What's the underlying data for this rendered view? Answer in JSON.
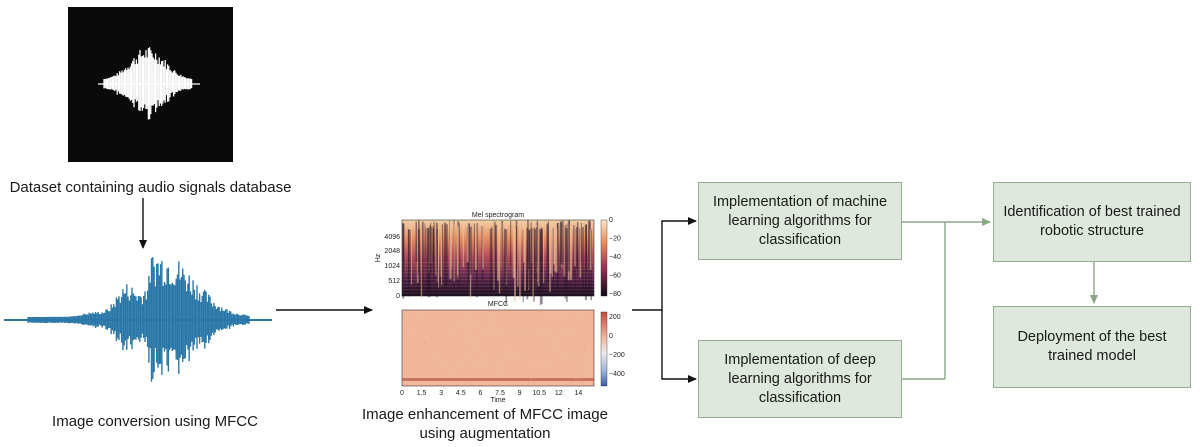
{
  "captions": {
    "dataset": "Dataset containing audio signals database",
    "conversion": "Image conversion using MFCC",
    "enhancement_line1": "Image enhancement of MFCC image",
    "enhancement_line2": "using augmentation"
  },
  "boxes": {
    "ml": "Implementation of machine learning algorithms for classification",
    "dl": "Implementation of deep learning algorithms for classification",
    "best_structure": "Identification of best trained robotic structure",
    "deployment": "Deployment of the best trained model"
  },
  "spectrogram": {
    "mel_title": "Mel spectrogram",
    "mfcc_title": "MFCC",
    "y_axis_label": "Hz",
    "x_axis_label": "Time",
    "mel_yticks": [
      "4096",
      "2048",
      "1024",
      "512",
      "0"
    ],
    "mel_colorbar_ticks": [
      "0",
      "−20",
      "−40",
      "−60",
      "−80"
    ],
    "mfcc_colorbar_ticks": [
      "200",
      "0",
      "−200",
      "−400"
    ],
    "x_ticks": [
      "0",
      "1.5",
      "3",
      "4.5",
      "6",
      "7.5",
      "9",
      "10.5",
      "12",
      "14"
    ]
  },
  "colors": {
    "box_fill": "#dfe8dc",
    "box_border": "#93ad8f",
    "connector_green": "#8aa886",
    "waveform_blue": "#2a77a8",
    "arrow_black": "#111111"
  }
}
